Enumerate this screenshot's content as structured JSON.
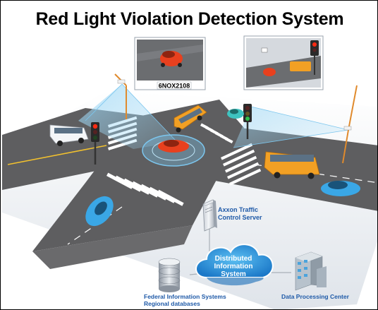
{
  "title": "Red Light Violation Detection System",
  "camera_view": {
    "plate_text": "6NOX2108"
  },
  "components": {
    "traffic_server": {
      "line1": "Axxon Traffic",
      "line2": "Control Server"
    },
    "cloud": {
      "line1": "Distributed",
      "line2": "Information",
      "line3": "System"
    },
    "databases": {
      "line1": "Federal Information Systems",
      "line2": "Regional databases"
    },
    "data_center": {
      "line1": "Data Processing Center"
    }
  },
  "colors": {
    "road": "#5e5e60",
    "ground": "#e9ecef",
    "crosswalk": "#ffffff",
    "label_blue": "#1f5aa8",
    "cloud_blue": "#2a8ed6",
    "scan_blue": "#7cc6ee",
    "car_red": "#e8401e",
    "car_blue": "#3aa7e6",
    "bus_orange": "#f2a024"
  }
}
